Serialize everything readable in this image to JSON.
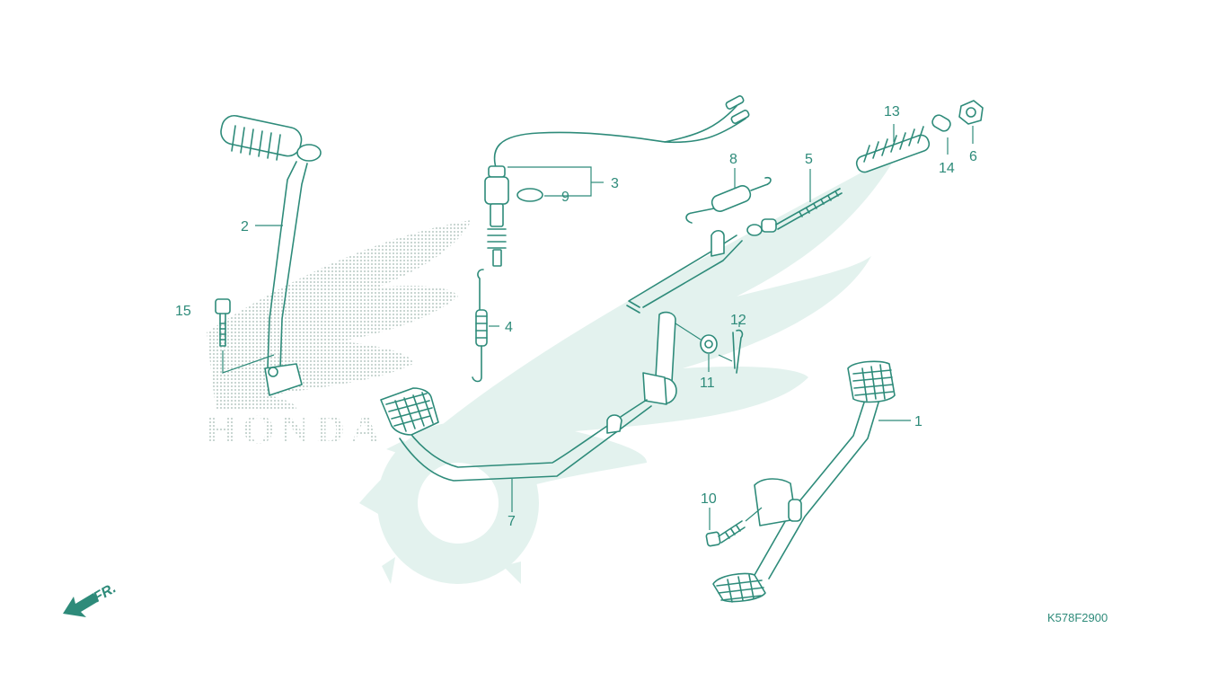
{
  "diagram": {
    "brand_watermark": "HONDA",
    "diagram_code": "K578F2900",
    "front_indicator": "FR.",
    "colors": {
      "line": "#2e8b7a",
      "watermark": "#e3f2ee",
      "dots": "#b8c9c4"
    },
    "callouts": [
      {
        "id": "c1",
        "label": "1"
      },
      {
        "id": "c2",
        "label": "2"
      },
      {
        "id": "c3",
        "label": "3"
      },
      {
        "id": "c4",
        "label": "4"
      },
      {
        "id": "c5",
        "label": "5"
      },
      {
        "id": "c6",
        "label": "6"
      },
      {
        "id": "c7",
        "label": "7"
      },
      {
        "id": "c8",
        "label": "8"
      },
      {
        "id": "c9",
        "label": "9"
      },
      {
        "id": "c10",
        "label": "10"
      },
      {
        "id": "c11",
        "label": "11"
      },
      {
        "id": "c12",
        "label": "12"
      },
      {
        "id": "c13",
        "label": "13"
      },
      {
        "id": "c14",
        "label": "14"
      },
      {
        "id": "c15",
        "label": "15"
      }
    ]
  }
}
